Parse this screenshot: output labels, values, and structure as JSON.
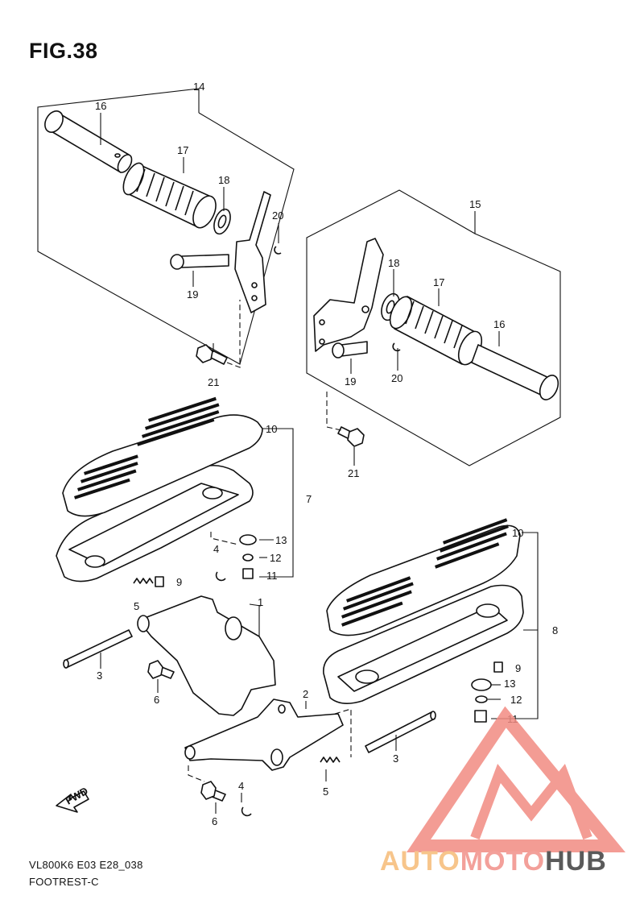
{
  "figure": {
    "title": "FIG.38"
  },
  "footer": {
    "model_code": "VL800K6 E03 E28_038",
    "section": "FOOTREST-C"
  },
  "fwd_label": "FWD",
  "watermark": {
    "part1": "AUTO",
    "part2": "MOTO",
    "part3": "HUB",
    "colors": {
      "auto": "#f7c58b",
      "moto": "#f3a09a",
      "hub": "#5a5a5a",
      "logo": "#f28b82"
    }
  },
  "callouts": {
    "c14": "14",
    "c16a": "16",
    "c17a": "17",
    "c18a": "18",
    "c20a": "20",
    "c19a": "19",
    "c21a": "21",
    "c15": "15",
    "c18b": "18",
    "c17b": "17",
    "c16b": "16",
    "c19b": "19",
    "c20b": "20",
    "c21b": "21",
    "c10a": "10",
    "c7": "7",
    "c13a": "13",
    "c12a": "12",
    "c11a": "11",
    "c4a": "4",
    "c9a": "9",
    "c5a": "5",
    "c1": "1",
    "c3a": "3",
    "c6a": "6",
    "c2": "2",
    "c3b": "3",
    "c5b": "5",
    "c4b": "4",
    "c6b": "6",
    "c10b": "10",
    "c8": "8",
    "c9b": "9",
    "c13b": "13",
    "c12b": "12",
    "c11b": "11"
  }
}
